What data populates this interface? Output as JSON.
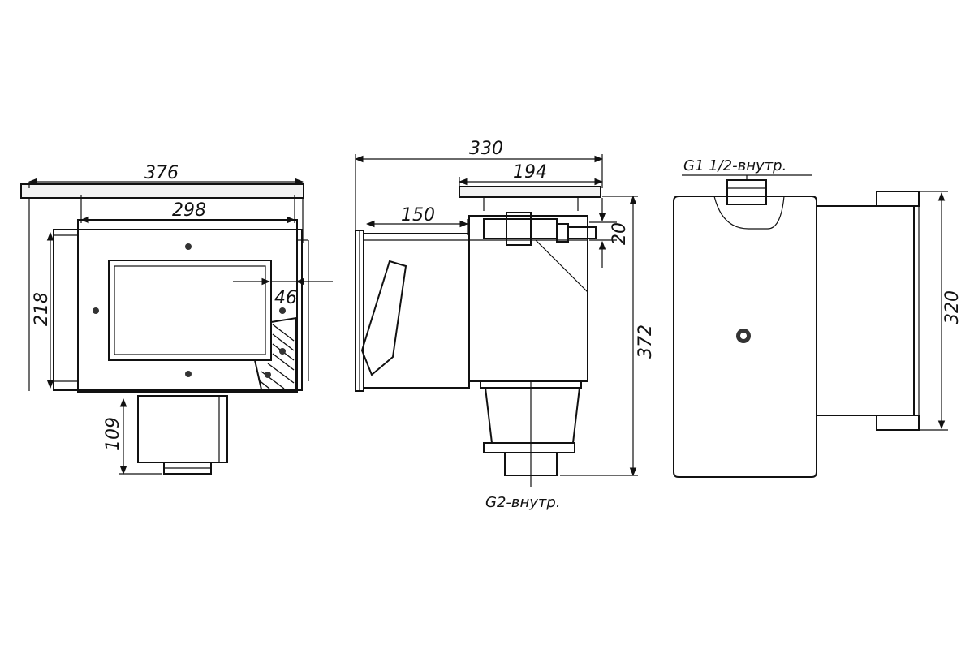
{
  "dimensions": {
    "front_width": "376",
    "front_inner_width": "298",
    "front_height": "218",
    "front_bottom": "109",
    "front_offset": "46",
    "side_depth": "330",
    "side_top": "194",
    "side_150": "150",
    "side_20": "20",
    "side_height": "372",
    "back_height": "320"
  },
  "callouts": {
    "top_thread": "G1  1/2-внутр.",
    "bottom_thread": "G2-внутр."
  }
}
